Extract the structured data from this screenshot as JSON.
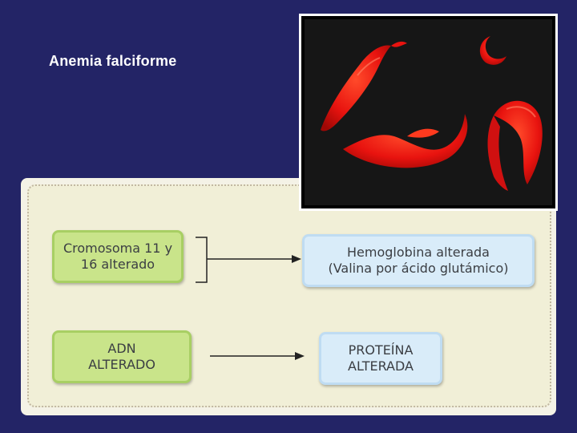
{
  "slide": {
    "title": "Anemia falciforme"
  },
  "diagram": {
    "box_chromosome": {
      "line1": "Cromosoma 11 y",
      "line2": "16 alterado"
    },
    "box_hemoglobin": {
      "line1": "Hemoglobina alterada",
      "line2": "(Valina por ácido glutámico)"
    },
    "box_dna": {
      "line1": "ADN",
      "line2": "ALTERADO"
    },
    "box_protein": {
      "line1": "PROTEÍNA",
      "line2": "ALTERADA"
    }
  },
  "colors": {
    "background": "#232466",
    "box_green": "#c9e48a",
    "box_blue": "#d9ecf9",
    "cell_red": "#e8130f"
  },
  "image": {
    "subject": "sickle-cells"
  }
}
